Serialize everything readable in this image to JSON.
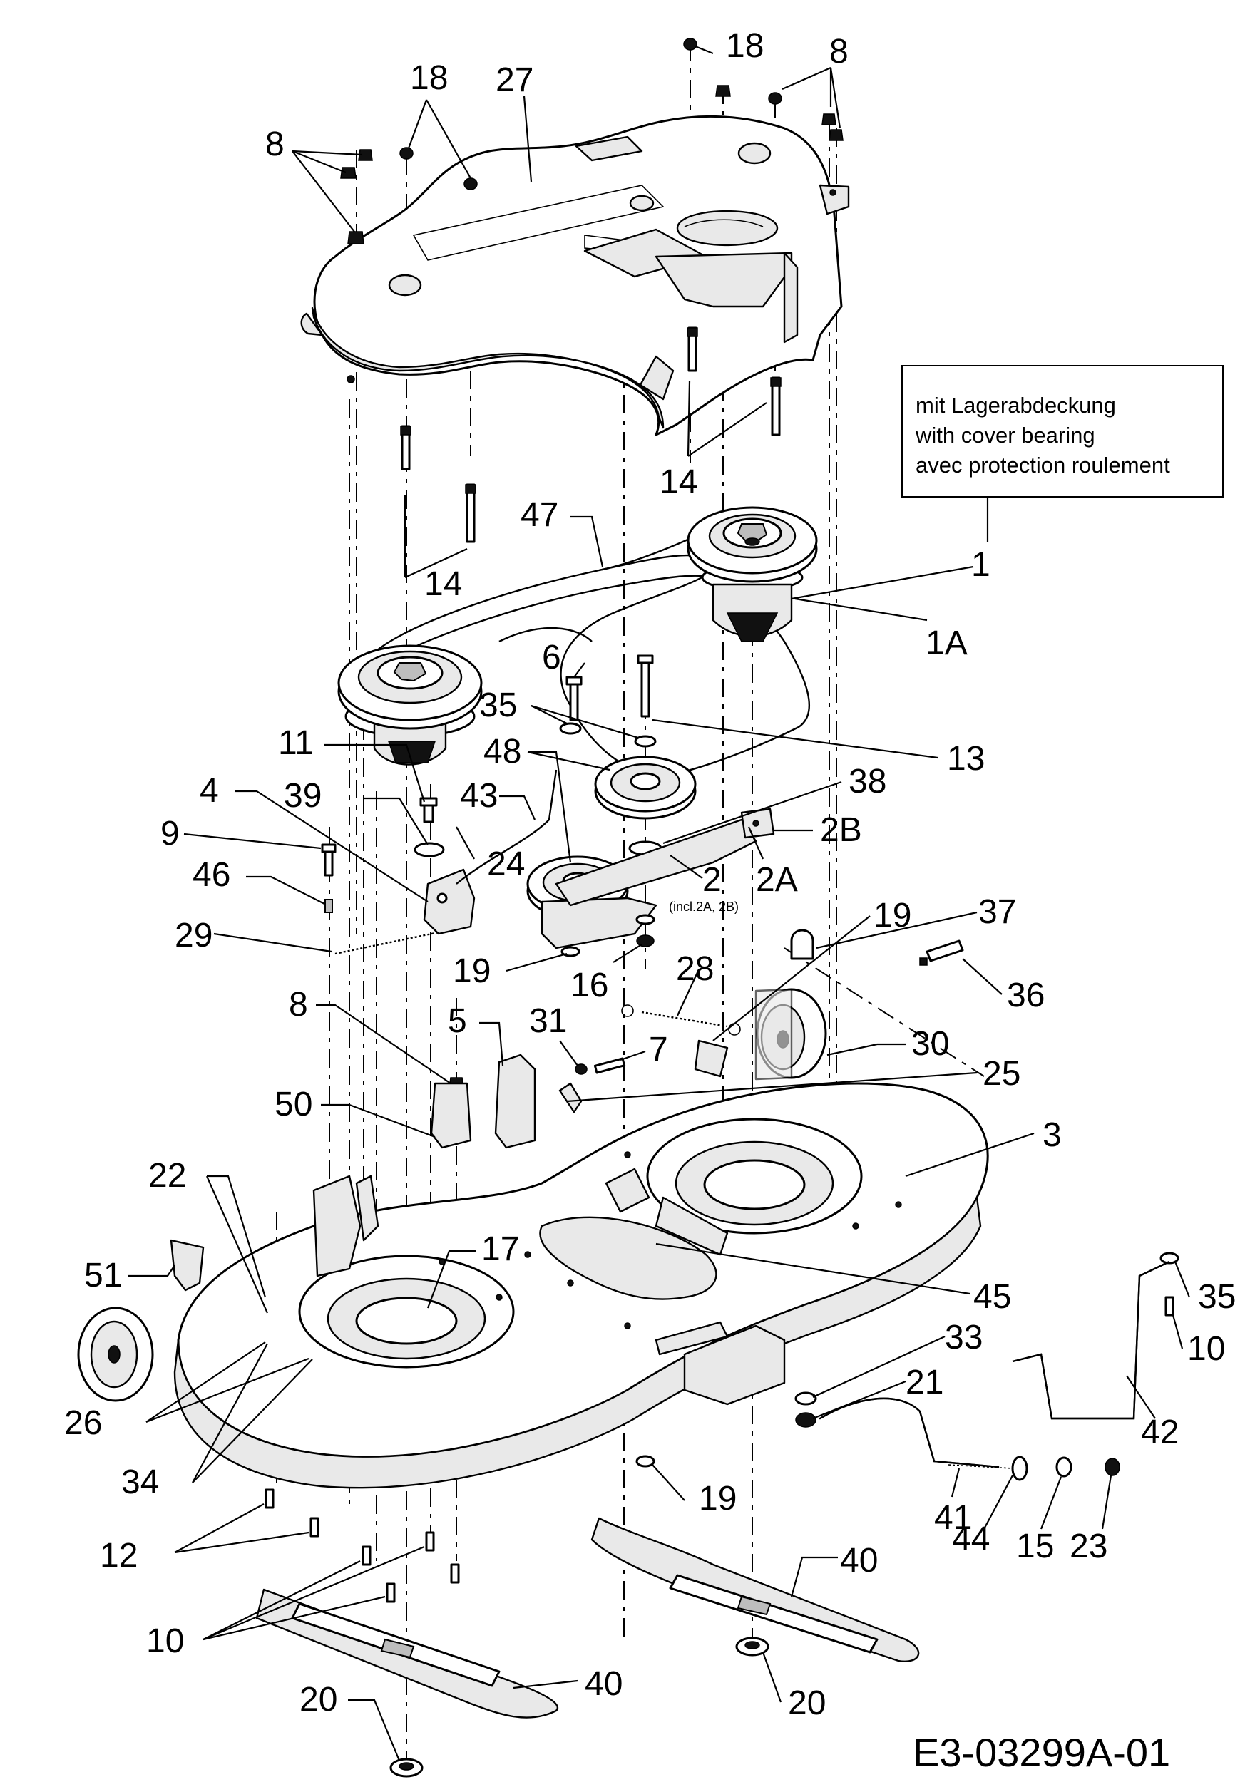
{
  "note": {
    "lines": [
      "mit Lagerabdeckung",
      "with cover bearing",
      "avec protection roulement"
    ]
  },
  "drawing_code": "E3-03299A-01",
  "callouts": {
    "c1": "1",
    "c1A": "1A",
    "c2": "2",
    "c2_sub": "(incl.2A, 2B)",
    "c2A": "2A",
    "c2B": "2B",
    "c3": "3",
    "c4": "4",
    "c5": "5",
    "c6": "6",
    "c7": "7",
    "c8a": "8",
    "c8b": "8",
    "c8c": "8",
    "c9": "9",
    "c10a": "10",
    "c10b": "10",
    "c11": "11",
    "c12": "12",
    "c13": "13",
    "c14a": "14",
    "c14b": "14",
    "c15": "15",
    "c16": "16",
    "c17": "17",
    "c18a": "18",
    "c18b": "18",
    "c19a": "19",
    "c19b": "19",
    "c19c": "19",
    "c20a": "20",
    "c20b": "20",
    "c21": "21",
    "c22": "22",
    "c23": "23",
    "c24": "24",
    "c25": "25",
    "c26": "26",
    "c27": "27",
    "c28": "28",
    "c29": "29",
    "c30": "30",
    "c31": "31",
    "c33": "33",
    "c34": "34",
    "c35a": "35",
    "c35b": "35",
    "c36": "36",
    "c37": "37",
    "c38": "38",
    "c39": "39",
    "c40a": "40",
    "c40b": "40",
    "c41": "41",
    "c42": "42",
    "c43": "43",
    "c44": "44",
    "c45": "45",
    "c46": "46",
    "c47": "47",
    "c48": "48",
    "c50": "50",
    "c51": "51"
  }
}
